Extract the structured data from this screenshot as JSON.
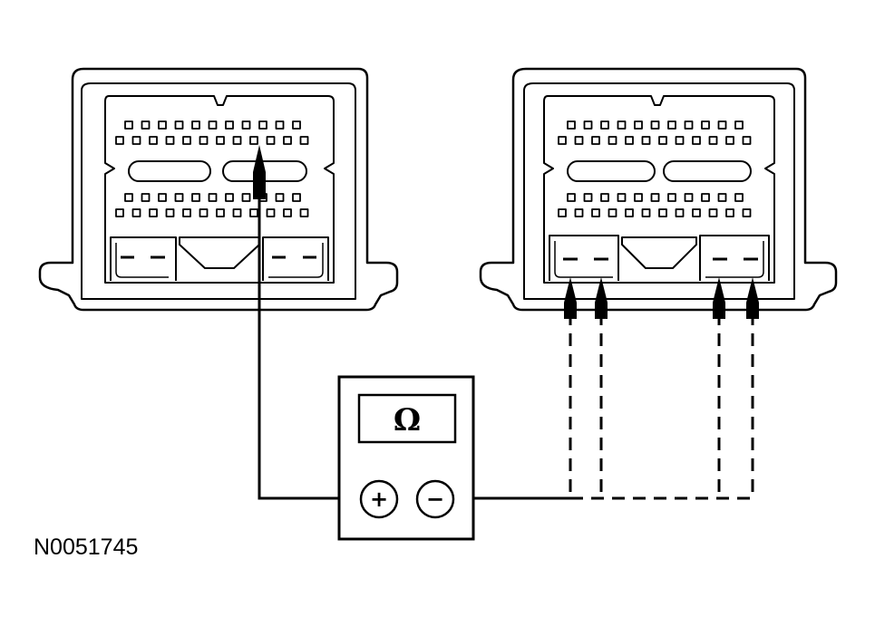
{
  "figure": {
    "id": "N0051745"
  },
  "meter": {
    "display_symbol": "Ω",
    "positive_terminal": "+",
    "negative_terminal": "−"
  },
  "connectors": [
    {
      "name": "left-connector",
      "probed_pins": 1,
      "lead": "positive",
      "lead_style": "solid"
    },
    {
      "name": "right-connector",
      "probed_pins": 4,
      "lead": "negative",
      "lead_style": "dashed"
    }
  ]
}
